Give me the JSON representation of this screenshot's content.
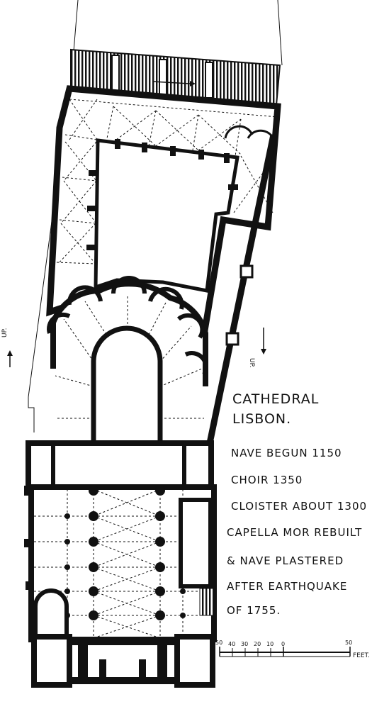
{
  "title": {
    "line1": "CATHEDRAL",
    "line2": "LISBON."
  },
  "notes": [
    "NAVE BEGUN 1150",
    "CHOIR 1350",
    "CLOISTER ABOUT 1300",
    "CAPELLA MOR REBUILT",
    "& NAVE PLASTERED",
    "AFTER EARTHQUAKE",
    "OF 1755."
  ],
  "scale_bar": {
    "ticks": [
      "50",
      "40",
      "30",
      "20",
      "10",
      "0",
      "50"
    ],
    "unit": "FEET."
  },
  "stair_labels": {
    "left": "UP.",
    "right": "UP."
  },
  "colors": {
    "ink": "#111111",
    "paper": "#ffffff"
  }
}
